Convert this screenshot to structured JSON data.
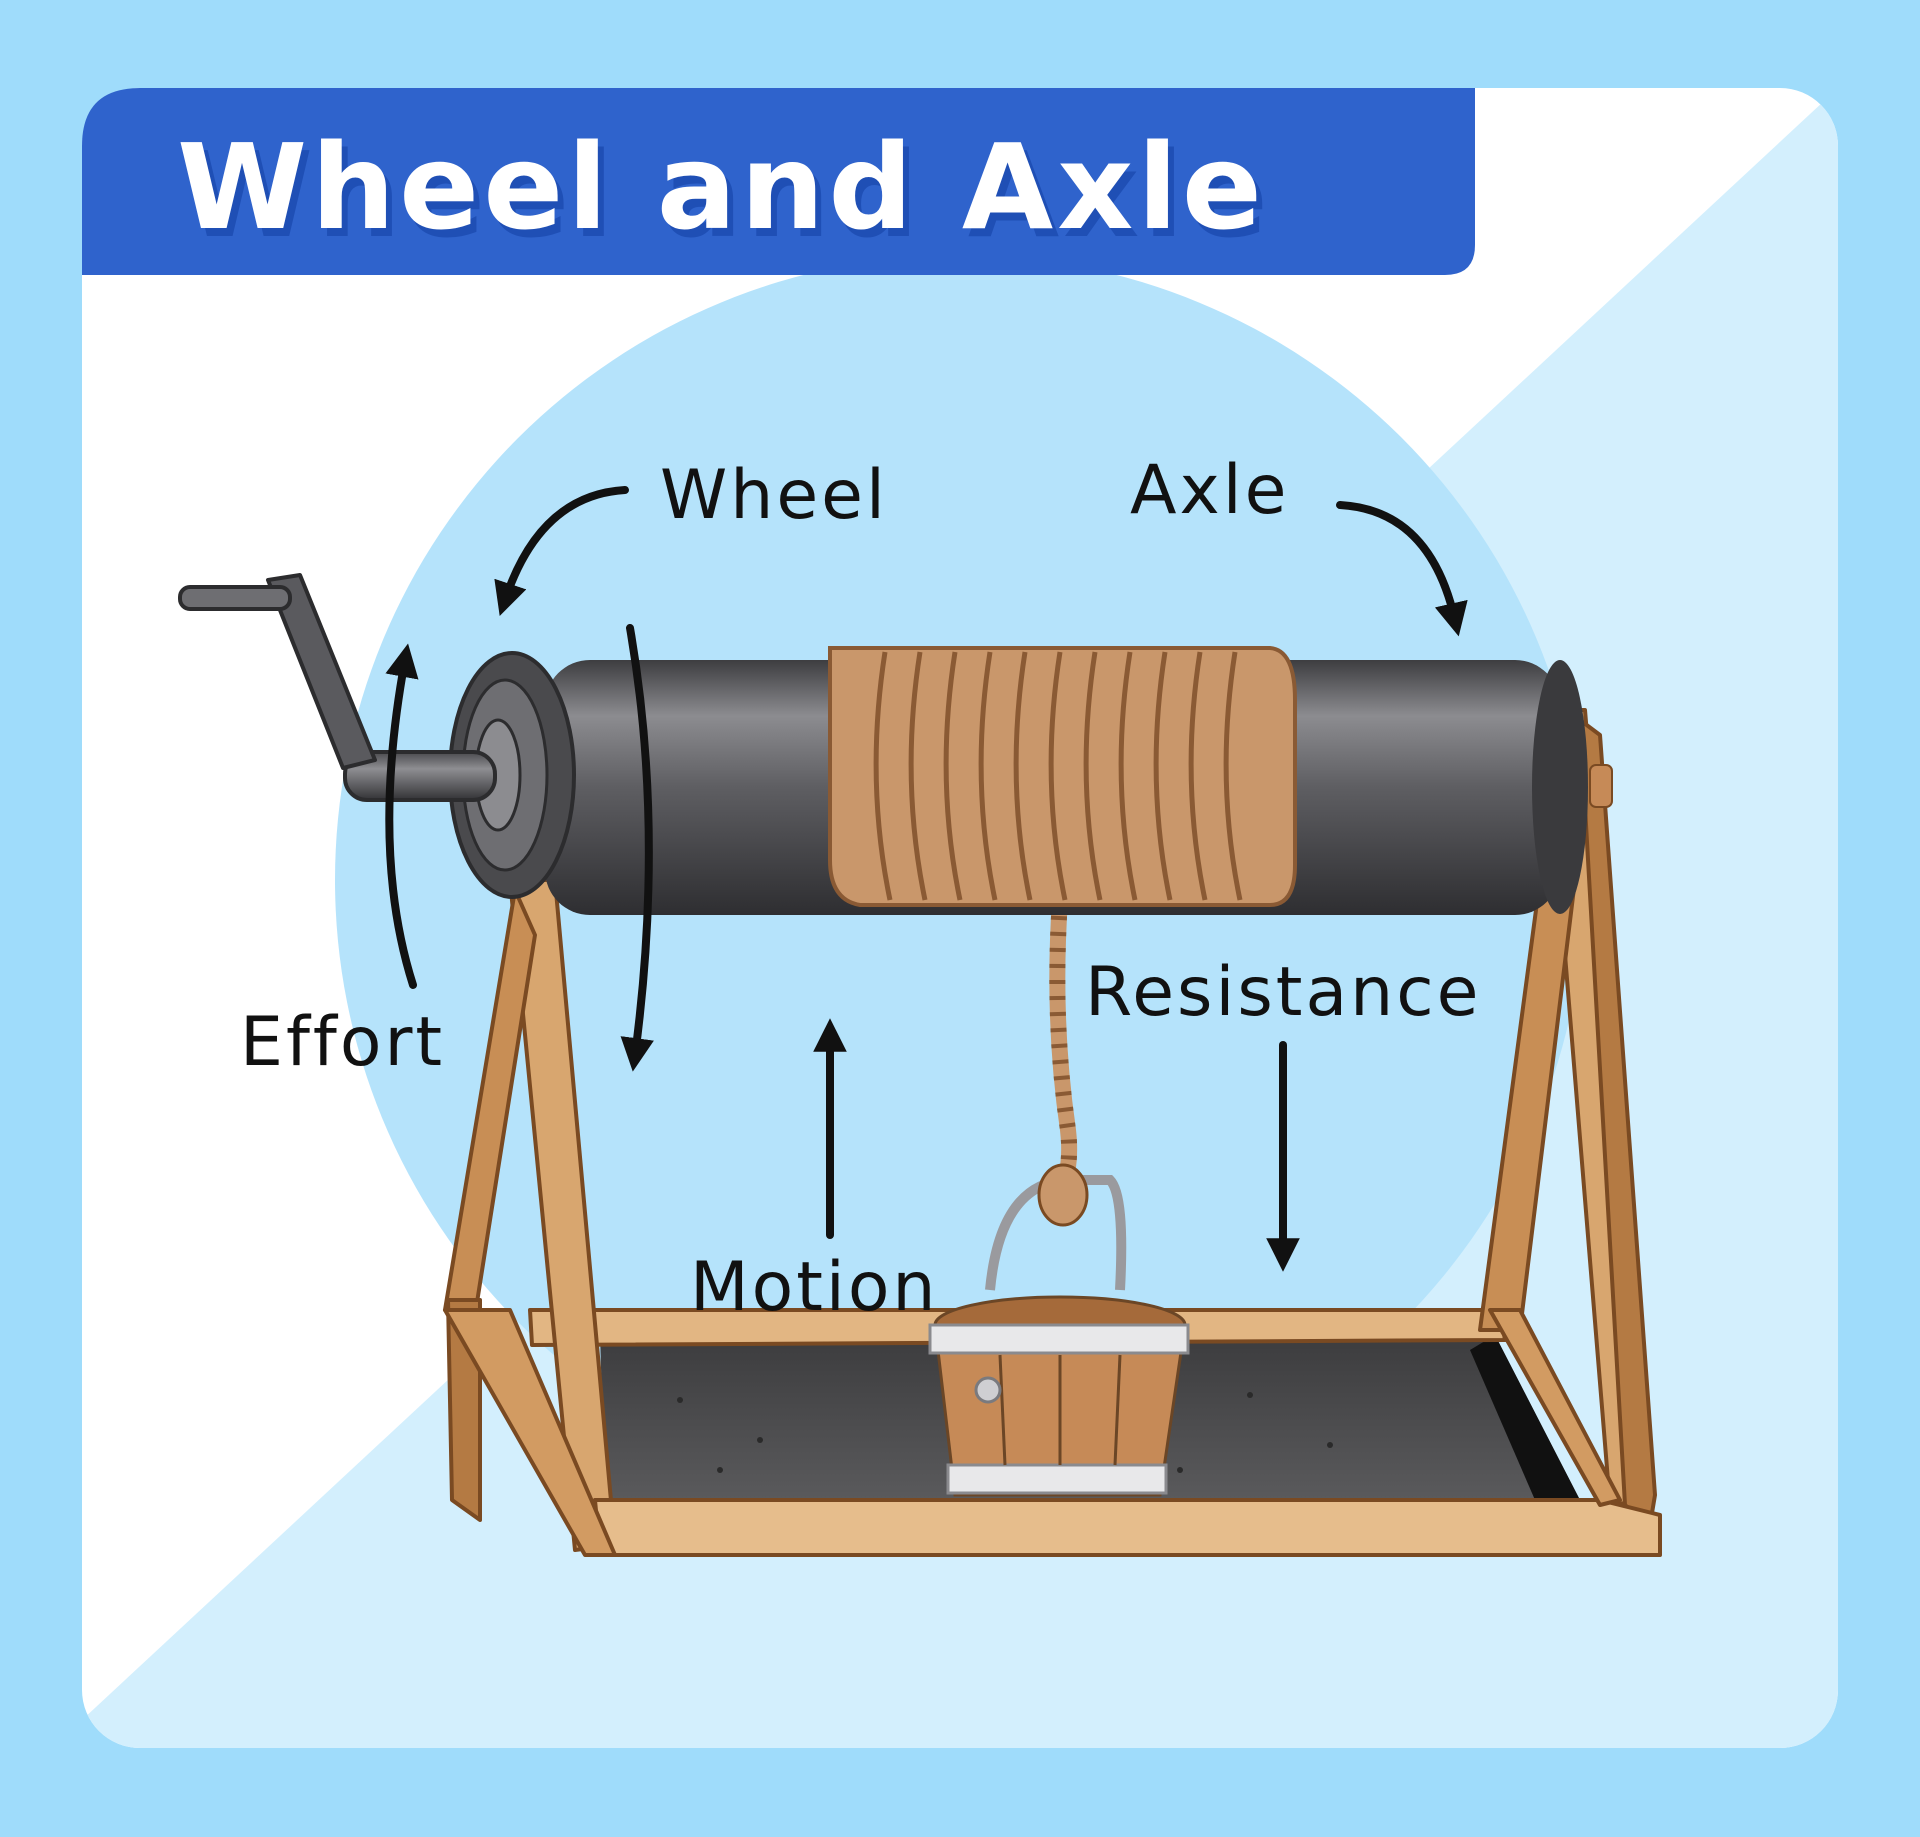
{
  "title": "Wheel and Axle",
  "labels": {
    "wheel": "Wheel",
    "axle": "Axle",
    "effort": "Effort",
    "resistance": "Resistance",
    "motion": "Motion"
  },
  "colors": {
    "background": "#9fdcfb",
    "card_white": "#ffffff",
    "card_light": "#d3effd",
    "circle": "#b5e3fb",
    "title_banner": "#2f63cc",
    "wood": "#c8894f",
    "rope": "#c9976b",
    "drum": "#5a5a5e"
  }
}
